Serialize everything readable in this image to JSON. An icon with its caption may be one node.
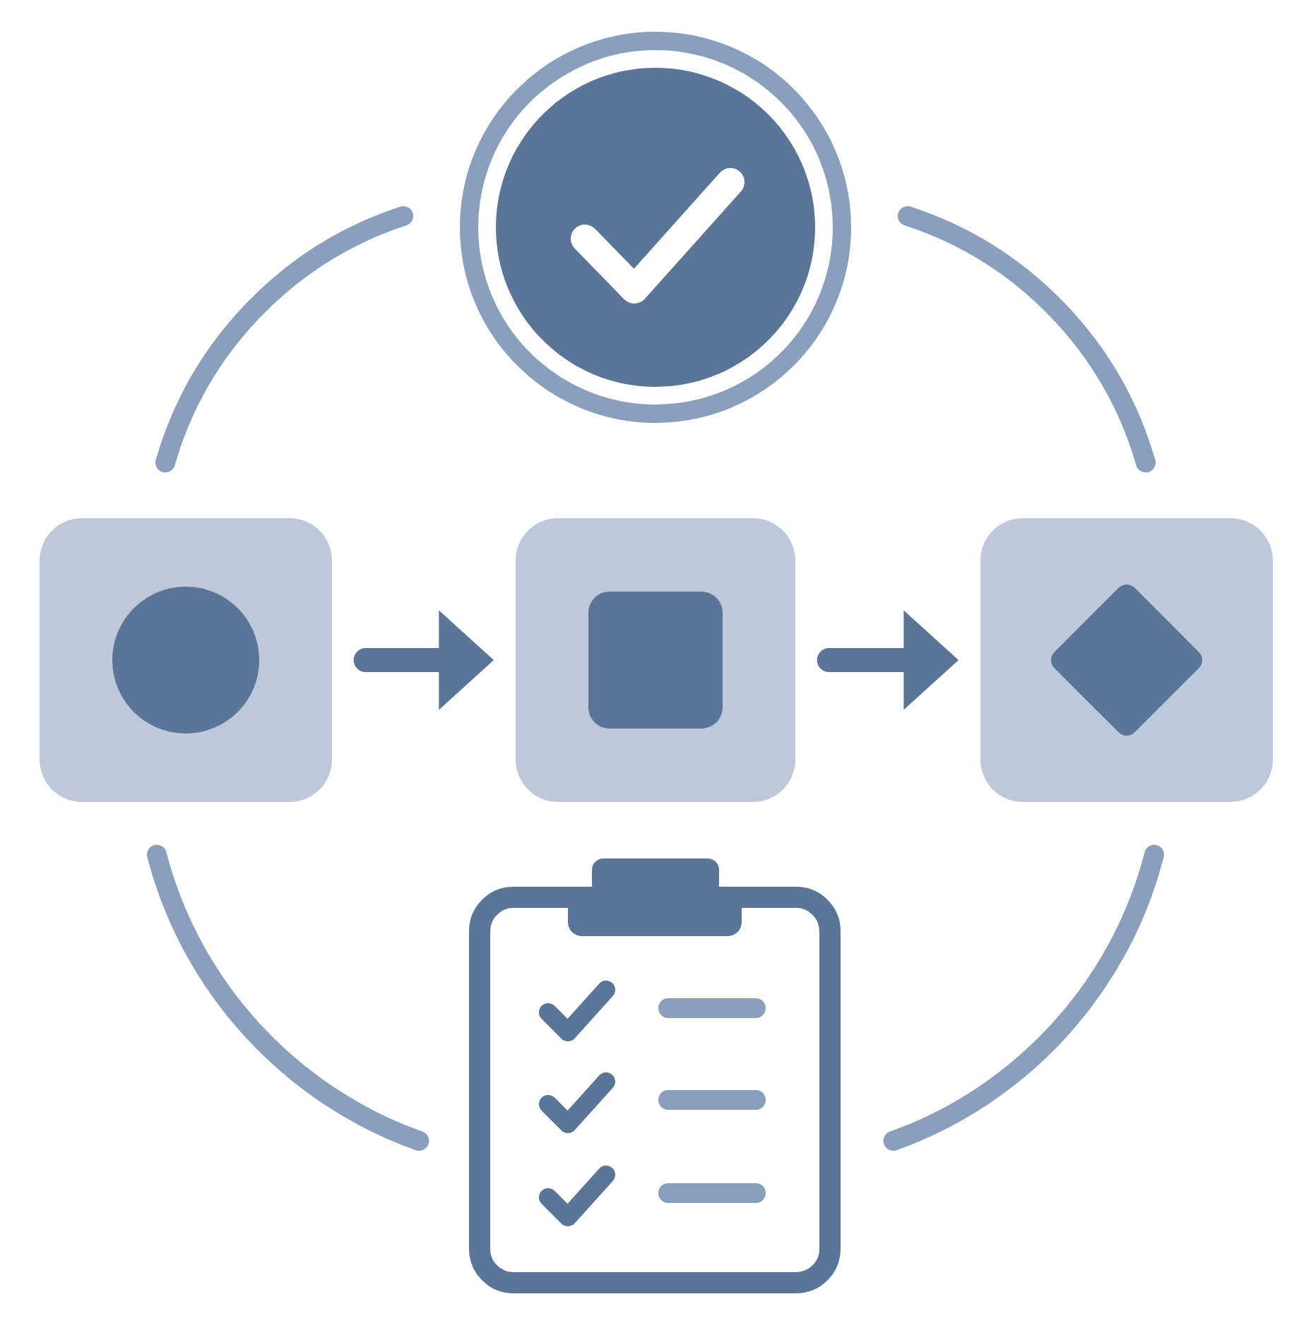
{
  "diagram": {
    "nodes": [
      {
        "text": [],
        "shape": "circle"
      },
      {
        "text": [],
        "shape": "box"
      },
      {
        "text": [],
        "shape": "circle",
        "in": 1
      },
      {
        "text": [],
        "shape": "box"
      },
      {
        "text": [],
        "shape": "box",
        "in": 3
      },
      {
        "text": [],
        "shape": "box"
      },
      {
        "text": [],
        "shape": "diamond",
        "in": 5
      },
      {
        "text": [],
        "shape": "clipboard"
      }
    ],
    "edges": [
      {
        "from": 1,
        "to": 3,
        "arrow": "to",
        "color": "#5b7598"
      },
      {
        "from": 3,
        "to": 5,
        "arrow": "to",
        "color": "#5b7598"
      },
      {
        "from": 1,
        "to": 0,
        "arrow": "none"
      },
      {
        "from": 0,
        "to": 5,
        "arrow": "none"
      },
      {
        "from": 5,
        "to": 7,
        "arrow": "none"
      },
      {
        "from": 7,
        "to": 1,
        "arrow": "none"
      }
    ]
  }
}
